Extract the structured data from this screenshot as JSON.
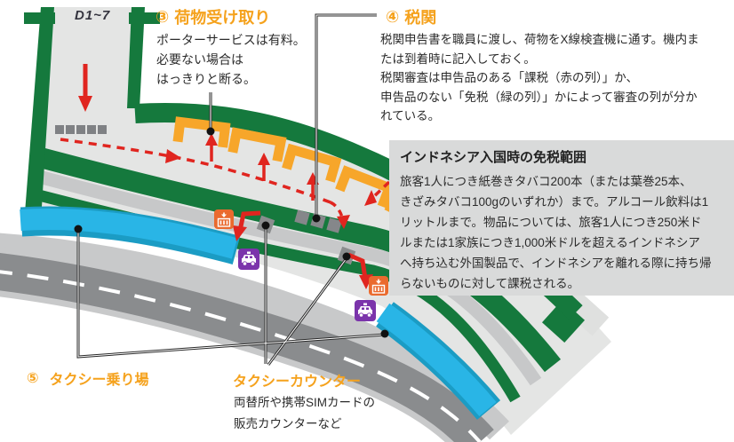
{
  "map": {
    "gate_label": "D1~7",
    "colors": {
      "green": "#15793D",
      "terminal_gray": "#E4E5E4",
      "stripe_gray": "#C7C8C9",
      "road_gray": "#8A8C8E",
      "curb_cyan": "#29B5E6",
      "curb_teal": "#1B9CC4",
      "carousel_orange": "#F7A62A",
      "exit_icon_orange": "#EA6A2E",
      "taxi_icon_purple": "#7B34AB",
      "arrow_red": "#E0251F",
      "heading_orange": "#F5A21D",
      "infobox_gray": "#D9DADA"
    },
    "icons": {
      "exit_icon": "exit-gate-icon",
      "taxi_icon": "taxi-counter-icon"
    }
  },
  "annotations": {
    "baggage": {
      "num": "③",
      "title": "荷物受け取り",
      "lines": [
        "ポーターサービスは有料。",
        "必要ない場合は",
        "はっきりと断る。"
      ]
    },
    "customs": {
      "num": "④",
      "title": "税関",
      "lines": [
        "税関申告書を職員に渡し、荷物をX線検査機に通す。機内ま",
        "たは到着時に記入しておく。",
        "税関審査は申告品のある「課税（赤の列）」か、",
        "申告品のない「免税（緑の列）」かによって審査の列が分か",
        "れている。"
      ]
    },
    "duty_free_box": {
      "title": "インドネシア入国時の免税範囲",
      "lines": [
        "旅客1人につき紙巻きタバコ200本（または葉巻25本、",
        "きざみタバコ100gのいずれか）まで。アルコール飲料は1",
        "リットルまで。物品については、旅客1人につき250米ド",
        "ルまたは1家族につき1,000米ドルを超えるインドネシア",
        "へ持ち込む外国製品で、インドネシアを離れる際に持ち帰",
        "らないものに対して課税される。"
      ]
    },
    "taxi_stand": {
      "num": "⑤",
      "title": "タクシー乗り場"
    },
    "taxi_counter": {
      "title": "タクシーカウンター",
      "lines": [
        "両替所や携帯SIMカードの",
        "販売カウンターなど"
      ]
    }
  }
}
